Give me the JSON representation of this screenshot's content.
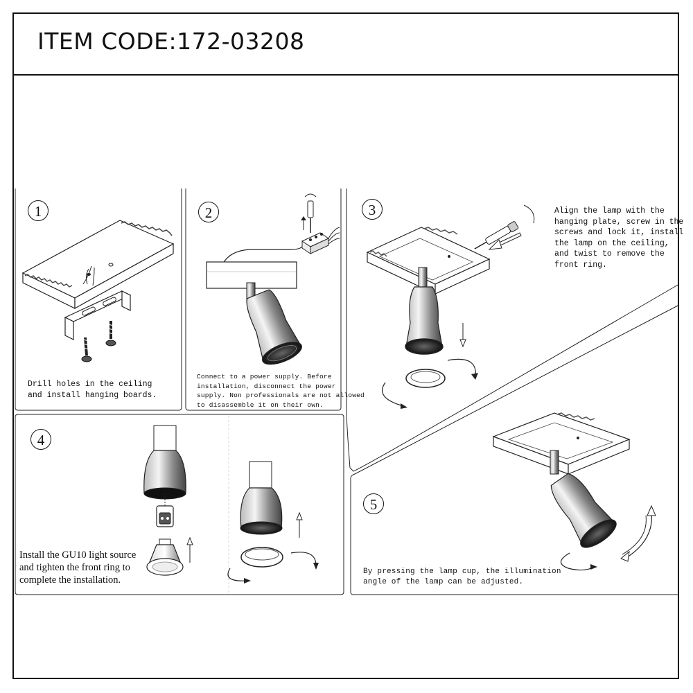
{
  "header": {
    "item_code": "ITEM CODE:172-03208"
  },
  "steps": [
    {
      "number": "1",
      "lines": [
        "Drill holes in the ceiling",
        "and install hanging boards."
      ]
    },
    {
      "number": "2",
      "lines": [
        "Connect to a power supply. Before",
        "installation, disconnect the power",
        "supply. Non professionals are not allowed",
        "to disassemble it on their own."
      ]
    },
    {
      "number": "3",
      "lines": [
        "Align the lamp with the",
        "hanging plate, screw in the",
        "screws and lock it, install",
        "the lamp on the ceiling,",
        "and twist to remove the",
        "front ring."
      ]
    },
    {
      "number": "4",
      "lines": [
        "Install the GU10 light source",
        "and tighten the front ring to",
        "complete the installation."
      ]
    },
    {
      "number": "5",
      "lines": [
        "By pressing the lamp cup, the illumination",
        "angle of the lamp can be adjusted."
      ]
    }
  ]
}
